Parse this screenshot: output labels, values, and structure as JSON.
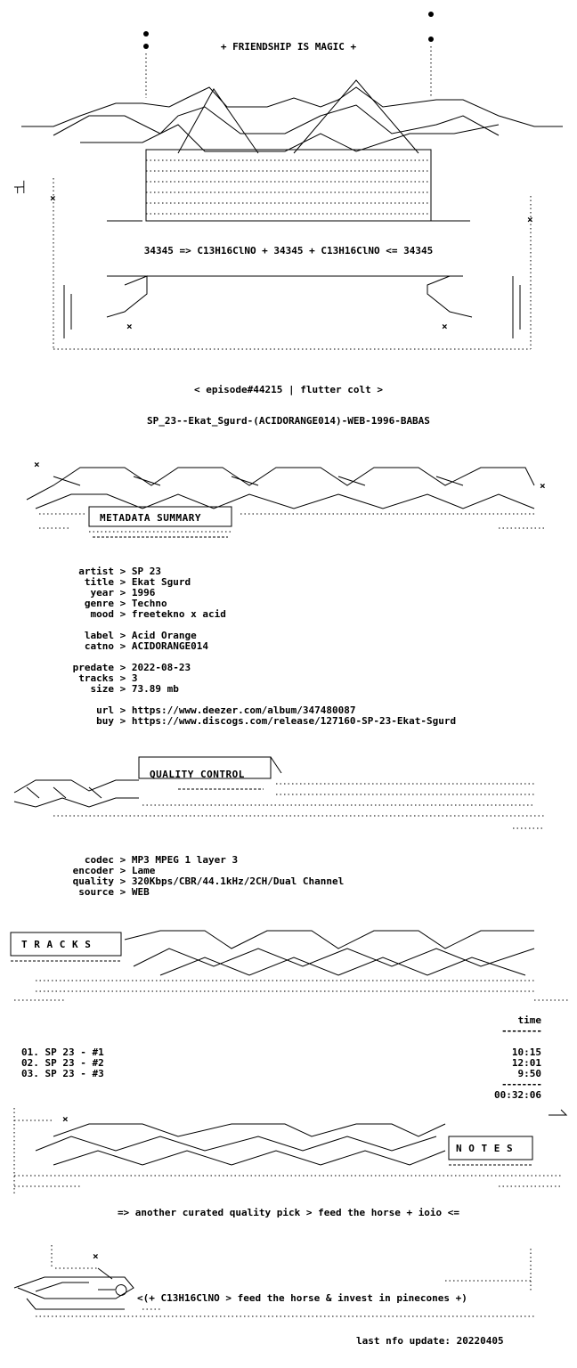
{
  "header": {
    "tagline": "+ FRIENDSHIP IS MAGIC +",
    "formula": "34345 => C13H16ClNO + 34345 + C13H16ClNO <= 34345",
    "episode": "< episode#44215 | flutter colt >",
    "release": "SP_23--Ekat_Sgurd-(ACIDORANGE014)-WEB-1996-BABAS"
  },
  "metadata": {
    "heading": "METADATA SUMMARY",
    "rows": [
      {
        "key": "artist",
        "value": "SP 23"
      },
      {
        "key": "title",
        "value": "Ekat Sgurd"
      },
      {
        "key": "year",
        "value": "1996"
      },
      {
        "key": "genre",
        "value": "Techno"
      },
      {
        "key": "mood",
        "value": "freetekno x acid"
      },
      {
        "key": "",
        "value": ""
      },
      {
        "key": "label",
        "value": "Acid Orange"
      },
      {
        "key": "catno",
        "value": "ACIDORANGE014"
      },
      {
        "key": "",
        "value": ""
      },
      {
        "key": "predate",
        "value": "2022-08-23"
      },
      {
        "key": "tracks",
        "value": "3"
      },
      {
        "key": "size",
        "value": "73.89 mb"
      },
      {
        "key": "",
        "value": ""
      },
      {
        "key": "url",
        "value": "https://www.deezer.com/album/347480087"
      },
      {
        "key": "buy",
        "value": "https://www.discogs.com/release/127160-SP-23-Ekat-Sgurd"
      }
    ]
  },
  "quality": {
    "heading": "QUALITY CONTROL",
    "rows": [
      {
        "key": "codec",
        "value": "MP3 MPEG 1 layer 3"
      },
      {
        "key": "encoder",
        "value": "Lame"
      },
      {
        "key": "quality",
        "value": "320Kbps/CBR/44.1kHz/2CH/Dual Channel"
      },
      {
        "key": "source",
        "value": "WEB"
      }
    ]
  },
  "tracks": {
    "heading": "T R A C K S",
    "time_header": "time",
    "items": [
      {
        "label": "01. SP 23 - #1",
        "time": "10:15"
      },
      {
        "label": "02. SP 23 - #2",
        "time": "12:01"
      },
      {
        "label": "03. SP 23 - #3",
        "time": "9:50"
      }
    ],
    "total": "00:32:06"
  },
  "notes": {
    "heading": "N O T E S",
    "line": "=> another curated quality pick > feed the horse + ioio <="
  },
  "footer": {
    "line": "<(+ C13H16ClNO > feed the horse & invest in pinecones +)",
    "updated": "last nfo update: 20220405"
  }
}
